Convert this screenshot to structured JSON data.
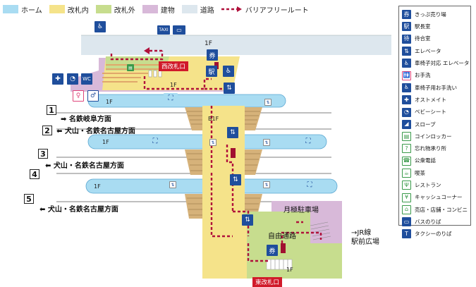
{
  "legend_top": [
    {
      "label": "ホーム",
      "color": "#a9dcf2"
    },
    {
      "label": "改札内",
      "color": "#f5e38a"
    },
    {
      "label": "改札外",
      "color": "#c7dd8e"
    },
    {
      "label": "建物",
      "color": "#d8b9d9"
    },
    {
      "label": "道路",
      "color": "#dde7ee"
    },
    {
      "label": "バリアフリールート",
      "color": "#b0103b"
    }
  ],
  "side_legend": [
    {
      "label": "きっぷ売り場",
      "icon": "ticket-office-icon",
      "glyph": "券"
    },
    {
      "label": "駅長室",
      "icon": "station-master-icon",
      "glyph": "駅"
    },
    {
      "label": "待合室",
      "icon": "waiting-room-icon",
      "glyph": "待"
    },
    {
      "label": "エレベータ",
      "icon": "elevator-icon",
      "glyph": "⇅"
    },
    {
      "label": "車椅子対応 エレベータ",
      "icon": "wheelchair-elevator-icon",
      "glyph": "♿"
    },
    {
      "label": "お手洗",
      "icon": "restroom-icon",
      "glyph": "🚻"
    },
    {
      "label": "車椅子用お手洗い",
      "icon": "accessible-restroom-icon",
      "glyph": "♿"
    },
    {
      "label": "オストメイト",
      "icon": "ostomate-icon",
      "glyph": "✚"
    },
    {
      "label": "ベビーシート",
      "icon": "baby-seat-icon",
      "glyph": "◔"
    },
    {
      "label": "スロープ",
      "icon": "slope-icon",
      "glyph": "◢"
    },
    {
      "label": "コインロッカー",
      "icon": "coin-locker-icon",
      "glyph": "▤"
    },
    {
      "label": "忘れ物承り所",
      "icon": "lost-found-icon",
      "glyph": "?"
    },
    {
      "label": "公衆電話",
      "icon": "phone-icon",
      "glyph": "☎"
    },
    {
      "label": "喫茶",
      "icon": "cafe-icon",
      "glyph": "☕"
    },
    {
      "label": "レストラン",
      "icon": "restaurant-icon",
      "glyph": "Ψ"
    },
    {
      "label": "キャッシュコーナー",
      "icon": "atm-icon",
      "glyph": "¥"
    },
    {
      "label": "売店・店舗・コンビニ",
      "icon": "shop-icon",
      "glyph": "⌂"
    },
    {
      "label": "バスのりば",
      "icon": "bus-icon",
      "glyph": "▭"
    },
    {
      "label": "タクシーのりば",
      "icon": "taxi-icon",
      "glyph": "T"
    }
  ],
  "platforms": [
    {
      "number": "1",
      "dest": "名鉄岐阜方面",
      "dir": "right"
    },
    {
      "number": "2",
      "dest": "犬山・名鉄名古屋方面",
      "dir": "left"
    },
    {
      "number": "3",
      "dest": "犬山・名鉄名古屋方面",
      "dir": "left"
    },
    {
      "number": "4",
      "dest": "",
      "dir": "none"
    },
    {
      "number": "5",
      "dest": "犬山・名鉄名古屋方面",
      "dir": "left"
    }
  ],
  "labels": {
    "floor_1f": "1F",
    "floor_b1f": "B1F",
    "west_gate": "西改札口",
    "east_gate": "東改札口",
    "parking": "月極駐車場",
    "free_passage": "自由通路",
    "jr_line": "→JR線",
    "jr_plaza": "駅前広場",
    "taxi_sign": "TAXI",
    "wc": "WC"
  },
  "colors": {
    "platform": "#a9dcf2",
    "inside_gate": "#f5e38a",
    "outside_gate": "#c7dd8e",
    "building": "#d8b9d9",
    "road": "#dde7ee",
    "barrier_free": "#b0103b",
    "icon_blue": "#1f4e9c",
    "gate_red": "#d11a2a"
  }
}
